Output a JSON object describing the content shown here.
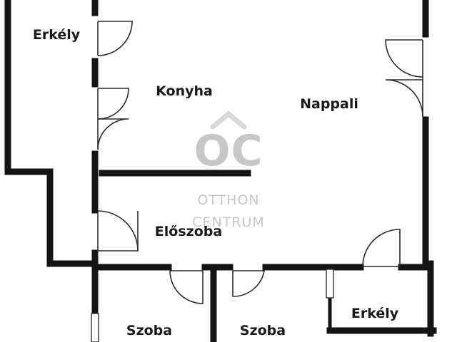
{
  "floor_plan": {
    "rooms": {
      "balcony_top": "Erkély",
      "kitchen": "Konyha",
      "living_room": "Nappali",
      "hallway": "Előszoba",
      "room_left": "Szoba",
      "room_middle": "Szoba",
      "balcony_bottom": "Erkély"
    }
  },
  "watermark": {
    "logo_letters": "OC",
    "line1": "OTTHON",
    "line2": "CENTRUM"
  },
  "colors": {
    "wall": "#141414",
    "background": "#ffffff",
    "watermark": "#b5b5b5"
  }
}
